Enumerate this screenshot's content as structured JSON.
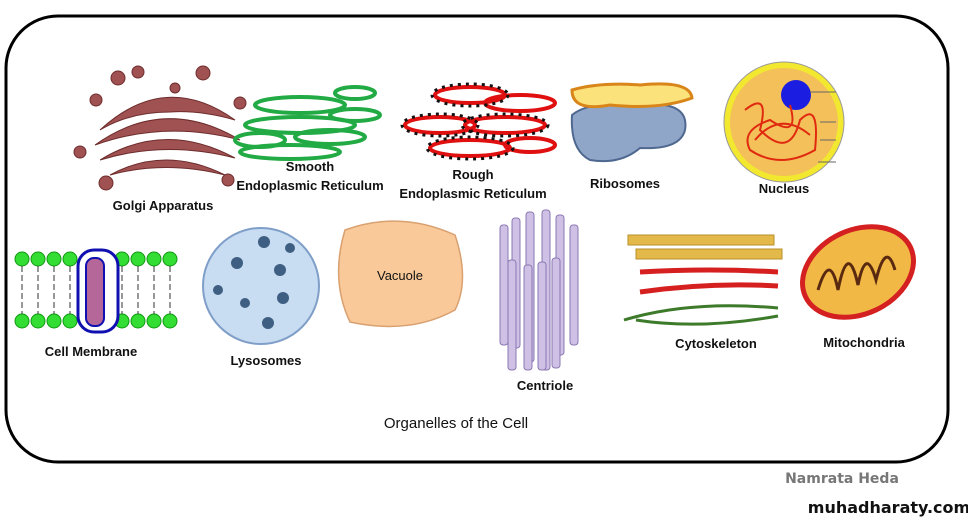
{
  "title": "Organelles of the Cell",
  "organelles": {
    "golgi": "Golgi Apparatus",
    "smooth_er_1": "Smooth",
    "smooth_er_2": "Endoplasmic Reticulum",
    "rough_er_1": "Rough",
    "rough_er_2": "Endoplasmic Reticulum",
    "ribosomes": "Ribosomes",
    "nucleus": "Nucleus",
    "cell_membrane": "Cell Membrane",
    "lysosomes": "Lysosomes",
    "vacuole": "Vacuole",
    "centriole": "Centriole",
    "cytoskeleton": "Cytoskeleton",
    "mitochondria": "Mitochondria"
  },
  "author": "Namrata Heda",
  "watermark": "muhadharaty.com",
  "colors": {
    "frame": "#000000",
    "golgi": "#9b4a4a",
    "smooth_er": "#22aa44",
    "rough_er": "#e01010",
    "nucleus_envelope": "#f2e830",
    "nucleus_fill": "#f4c05a",
    "membrane": "#33dd33",
    "lysosome": "#c8dcf2",
    "vacuole": "#f9c99a",
    "centriole": "#c9b8e0",
    "mito": "#d42020"
  }
}
